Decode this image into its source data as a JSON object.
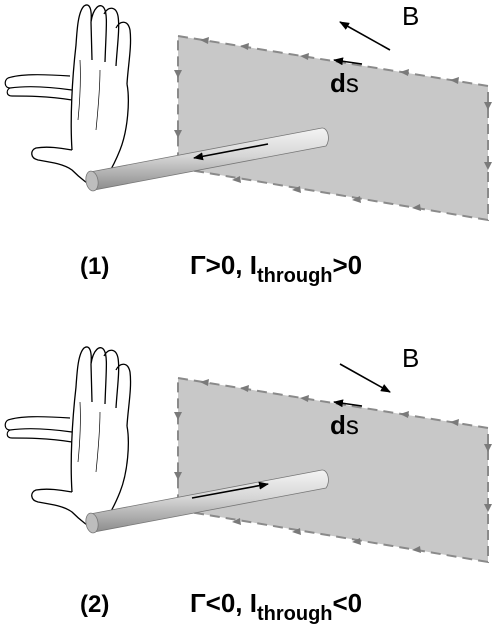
{
  "panels": [
    {
      "number": "(1)",
      "field_label": "B",
      "ds_d": "d",
      "ds_s": "s",
      "gamma": "Γ",
      "gamma_rel": ">0, I",
      "through": "through",
      "current_rel": ">0",
      "current_direction": "left",
      "field_direction": "up-left"
    },
    {
      "number": "(2)",
      "field_label": "B",
      "ds_d": "d",
      "ds_s": "s",
      "gamma": "Γ",
      "gamma_rel": "<0, I",
      "through": "through",
      "current_rel": "<0",
      "current_direction": "right",
      "field_direction": "down-right"
    }
  ],
  "colors": {
    "plane_fill": "#c8c8c8",
    "loop_edge": "#8a8a8a",
    "loop_arrow": "#7a7a7a",
    "rod_light": "#f2f2f2",
    "rod_dark": "#9a9a9a",
    "ink": "#000000"
  },
  "icons": {
    "hand": "right-hand-icon",
    "field_arrow": "arrow-icon",
    "current_arrow": "arrow-icon"
  }
}
